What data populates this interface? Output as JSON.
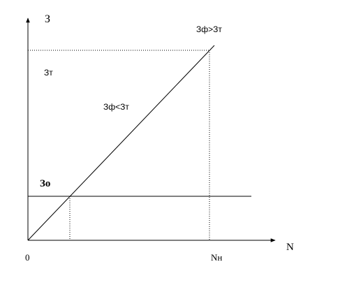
{
  "diagram": {
    "y_axis_label": "З",
    "x_axis_label": "N",
    "origin_label": "0",
    "nh_label": "Nн",
    "zt_label": "Зт",
    "zo_label": "Зо",
    "zf_less_label": "Зф<Зт",
    "zf_greater_label": "Зф>Зт",
    "colors": {
      "line": "#000000",
      "background": "#ffffff"
    }
  }
}
